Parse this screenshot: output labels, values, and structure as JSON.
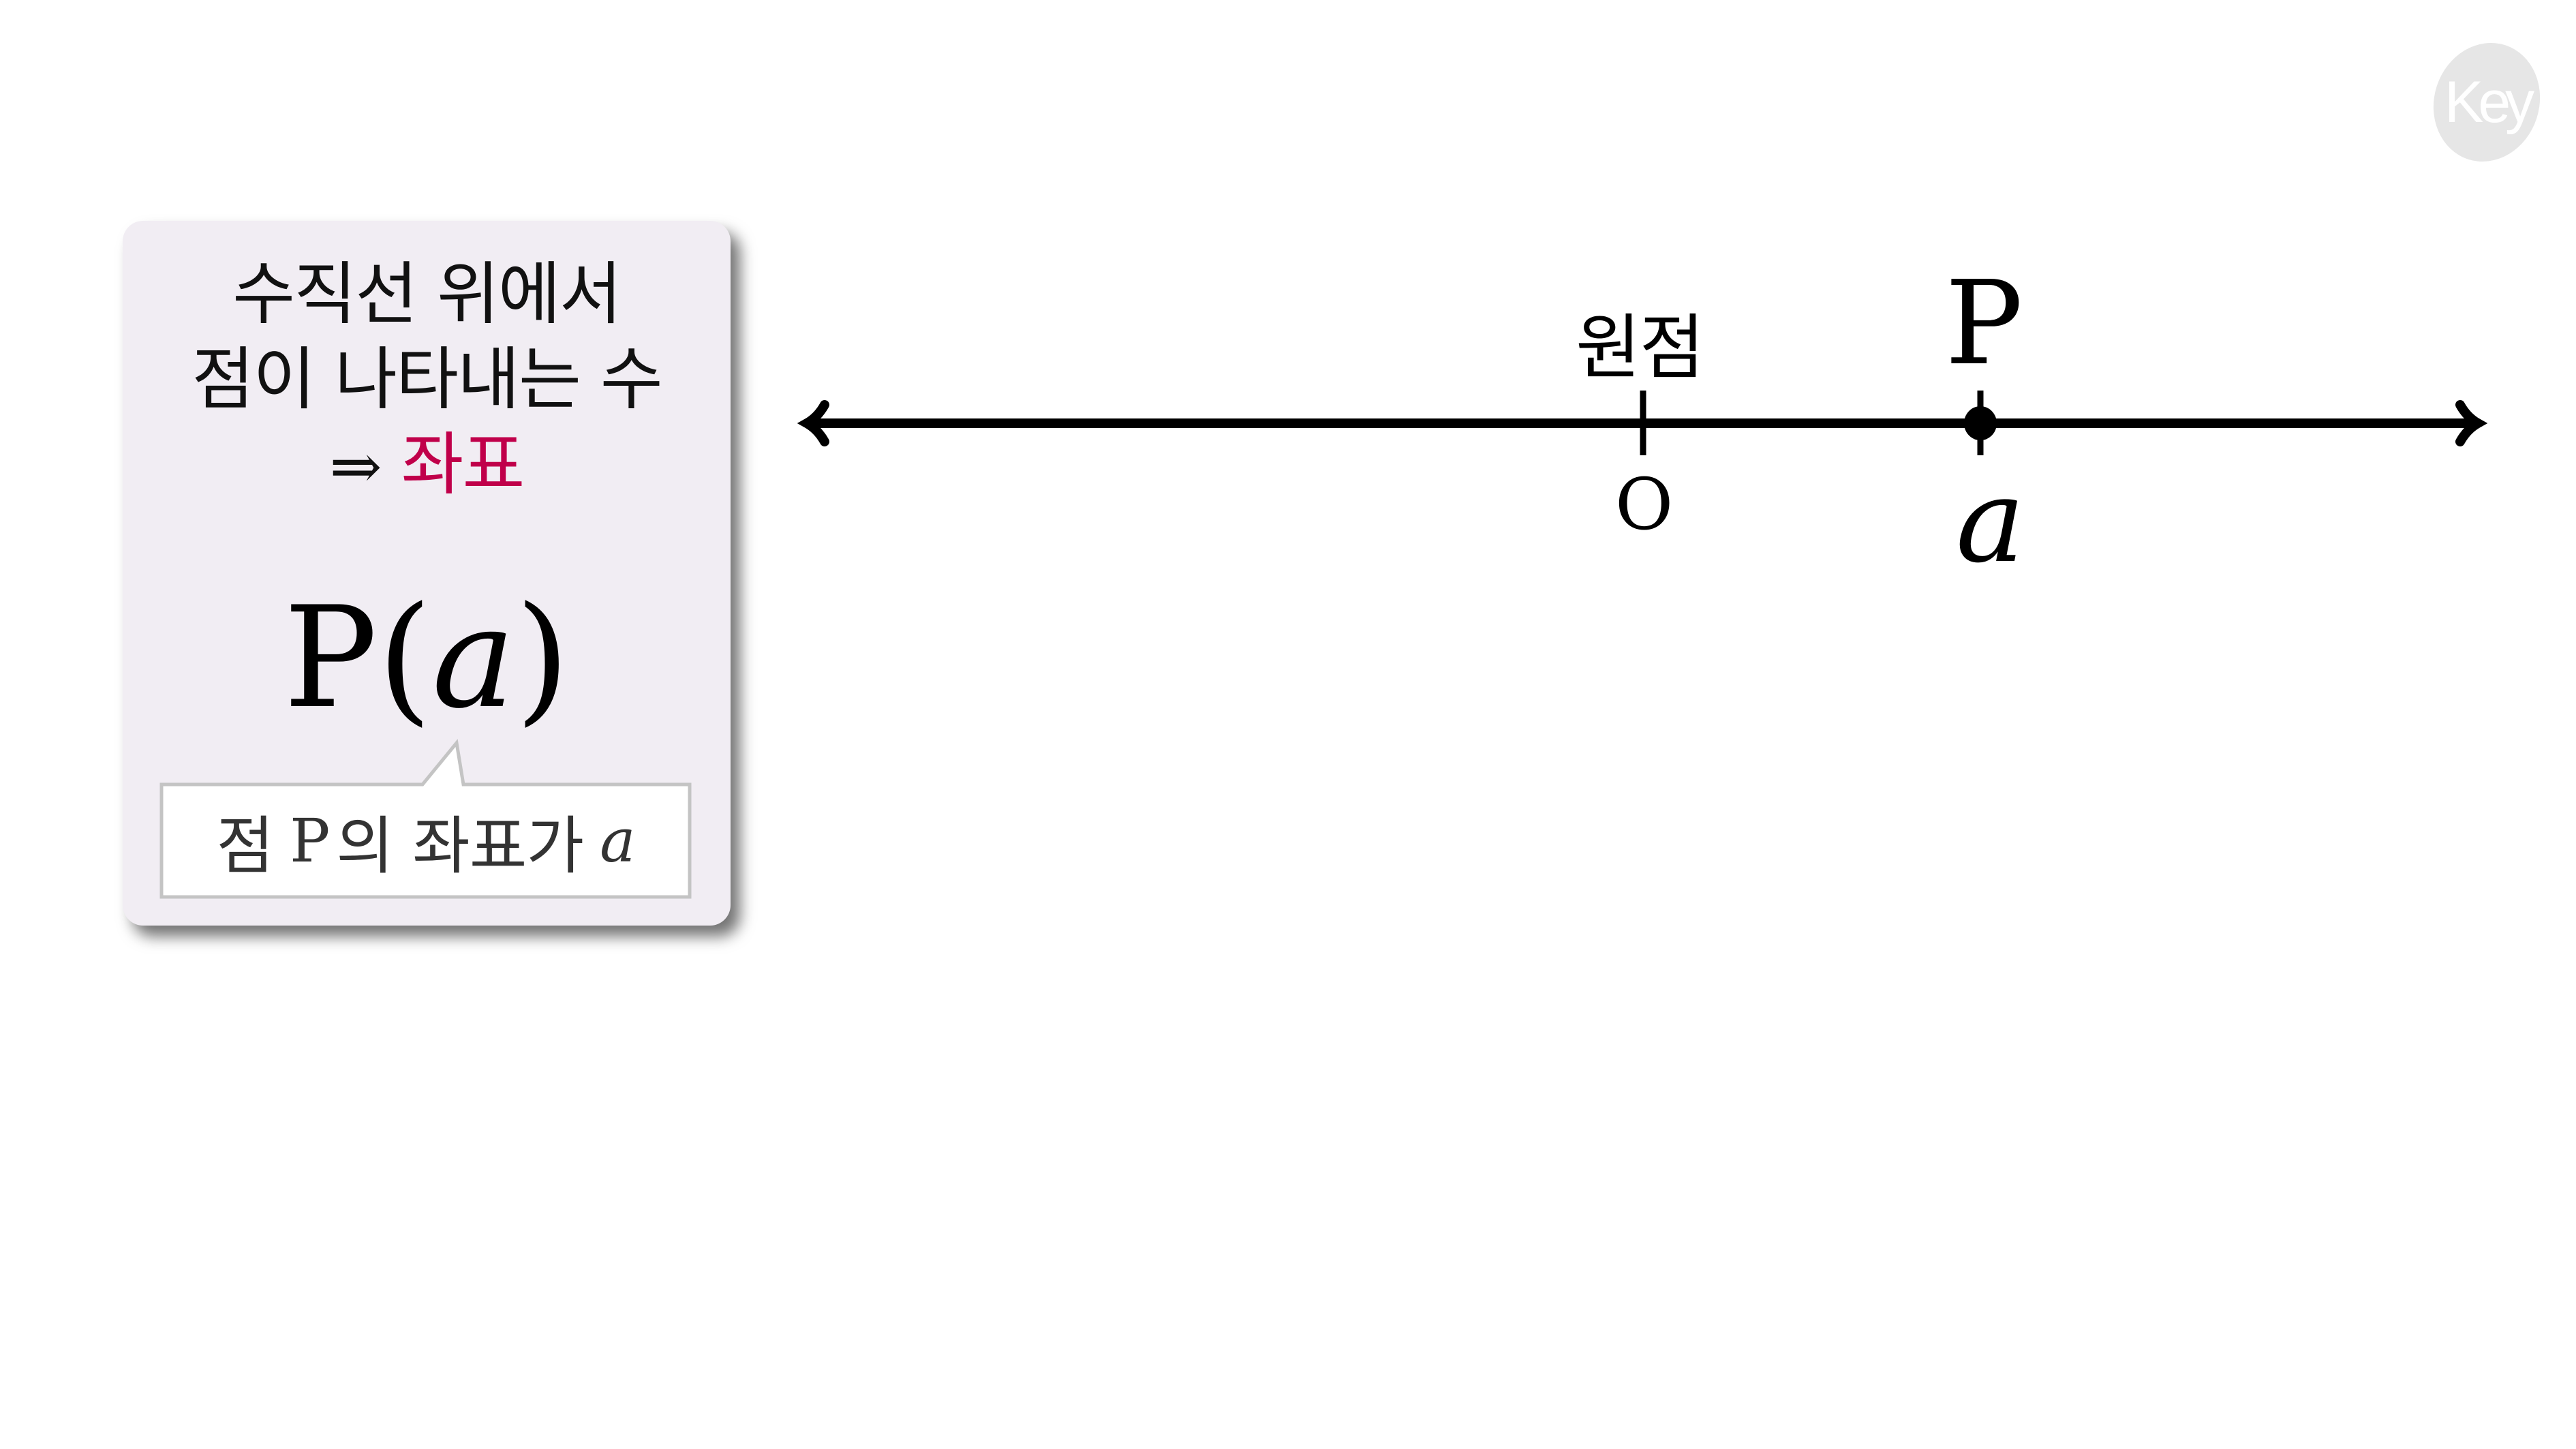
{
  "card": {
    "lines": [
      "수직선 위에서",
      "점이 나타내는 수"
    ],
    "arrow": "⇒",
    "term": "좌표",
    "term_color": "#c0004a",
    "background": "#f1edf3",
    "notation": {
      "point": "P",
      "open": "(",
      "coord": "a",
      "close": ")"
    },
    "callout": {
      "prefix": "점",
      "point": "P",
      "middle": "의 좌표가",
      "coord": "a"
    }
  },
  "number_line": {
    "origin_label": "원점",
    "origin_value": "O",
    "point_label": "P",
    "point_value": "a",
    "line_color": "#000000"
  },
  "logo": {
    "text": "Key",
    "icon": "key-logo-icon"
  },
  "chart_data": {
    "type": "number-line",
    "title": "",
    "points": [
      {
        "name": "원점",
        "label_below": "O",
        "marker": "tick"
      },
      {
        "name": "P",
        "label_below": "a",
        "marker": "filled-dot"
      }
    ],
    "arrows": "both ends"
  }
}
